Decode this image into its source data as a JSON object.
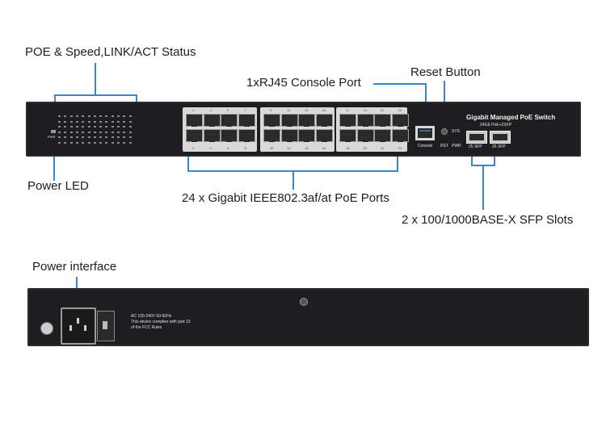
{
  "callouts": {
    "poe_status": "POE & Speed,LINK/ACT Status",
    "console_port": "1xRJ45  Console Port",
    "reset_button": "Reset Button",
    "power_led": "Power LED",
    "poe_ports": "24 x Gigabit IEEE802.3af/at PoE Ports",
    "sfp_slots": "2 x 100/1000BASE-X SFP Slots",
    "power_interface": "Power interface"
  },
  "front_panel": {
    "brand": "Gigabit Managed PoE Switch",
    "model": "24GE PoE+2SFP",
    "console_label": "Console",
    "reset_label": "RST",
    "pwr_label": "PWR",
    "sys_label": "SYS",
    "sfp_labels": [
      "25 SFP",
      "26 SFP"
    ],
    "top_port_numbers": [
      "1",
      "3",
      "5",
      "7",
      "9",
      "11",
      "13",
      "15",
      "17",
      "19",
      "21",
      "23"
    ],
    "bottom_port_numbers": [
      "2",
      "4",
      "6",
      "8",
      "10",
      "12",
      "14",
      "16",
      "18",
      "20",
      "22",
      "24"
    ]
  },
  "back_panel": {
    "rating_lines": [
      "AC 100-240V 50-60Hz",
      "This device complies with part 15",
      "of the FCC Rules"
    ]
  },
  "colors": {
    "callout_line": "#3a86c8",
    "chassis": "#1e1e20"
  }
}
